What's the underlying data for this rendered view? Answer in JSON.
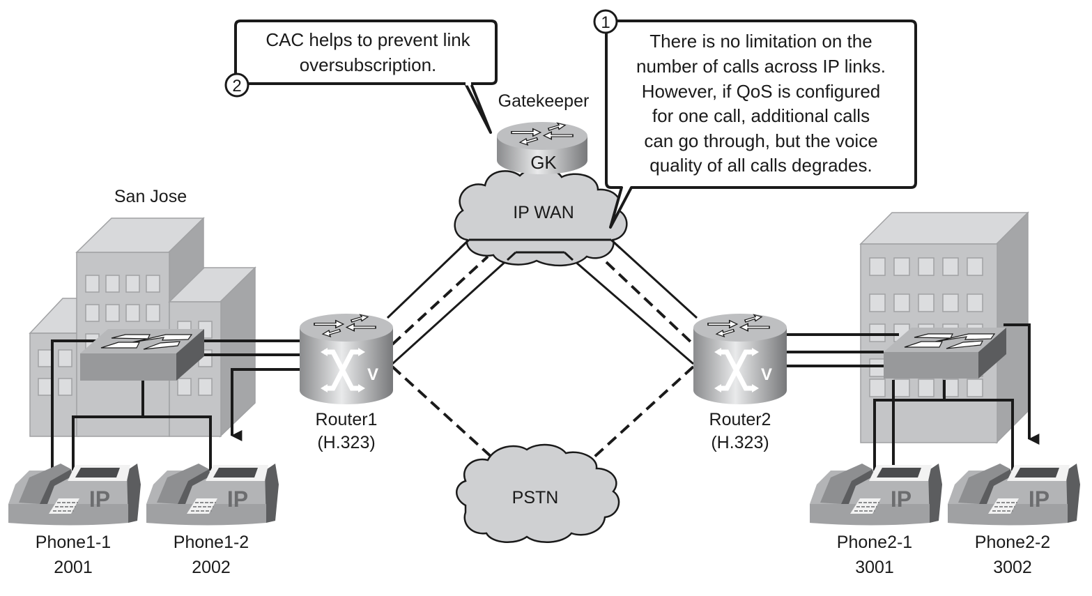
{
  "callouts": [
    {
      "number": "2",
      "lines": [
        "CAC helps to prevent link",
        "oversubscription."
      ]
    },
    {
      "number": "1",
      "lines": [
        "There is no limitation on the",
        "number of calls across IP links.",
        "However, if QoS is configured",
        "for one call, additional calls",
        "can go through, but the voice",
        "quality of all calls degrades."
      ]
    }
  ],
  "gatekeeper": {
    "label": "Gatekeeper",
    "badge": "GK"
  },
  "clouds": {
    "ip_wan": "IP WAN",
    "pstn": "PSTN"
  },
  "sites": {
    "left": "San Jose"
  },
  "routers": [
    {
      "name": "Router1",
      "protocol": "(H.323)",
      "badge": "V"
    },
    {
      "name": "Router2",
      "protocol": "(H.323)",
      "badge": "V"
    }
  ],
  "phones": [
    {
      "name": "Phone1-1",
      "ext": "2001",
      "badge": "IP"
    },
    {
      "name": "Phone1-2",
      "ext": "2002",
      "badge": "IP"
    },
    {
      "name": "Phone2-1",
      "ext": "3001",
      "badge": "IP"
    },
    {
      "name": "Phone2-2",
      "ext": "3002",
      "badge": "IP"
    }
  ],
  "colors": {
    "line": "#1a1a1a",
    "cloud_fill": "#cfd0d2",
    "building_front": "#c4c5c7",
    "building_side": "#a5a6a8",
    "building_top": "#d8d9db",
    "window": "#dcdddf",
    "device_fill": "#9d9ea0"
  }
}
